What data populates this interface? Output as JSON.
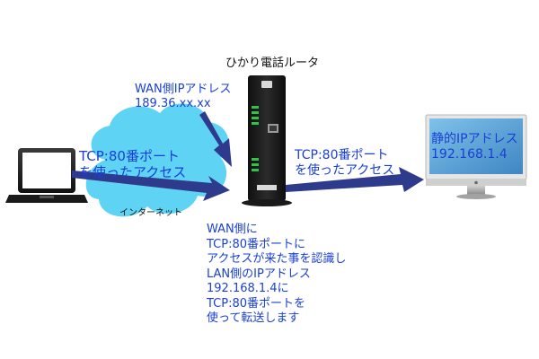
{
  "router": {
    "title": "ひかり電話ルータ"
  },
  "wan_address": {
    "line1": "WAN側IPアドレス",
    "line2": "189.36.xx.xx"
  },
  "left_access": {
    "line1": "TCP:80番ポート",
    "line2": "を使ったアクセス"
  },
  "right_access": {
    "line1": "TCP:80番ポート",
    "line2": "を使ったアクセス"
  },
  "internet": {
    "label": "インターネット"
  },
  "static_ip": {
    "line1": "静的IPアドレス",
    "line2": "192.168.1.4"
  },
  "explanation": {
    "lines": [
      "WAN側に",
      "TCP:80番ポートに",
      "アクセスが来た事を認識し",
      "LAN側のIPアドレス",
      "192.168.1.4に",
      "TCP:80番ポートを",
      "使って転送します"
    ]
  },
  "colors": {
    "cloud": "#5fd3f3",
    "arrow": "#2e3a8c",
    "text_blue": "#1a3fd6",
    "device_dark": "#1c1c1c",
    "monitor_screen": "#5ea7d8"
  },
  "icons": [
    "laptop-icon",
    "cloud-icon",
    "router-icon",
    "monitor-icon"
  ]
}
